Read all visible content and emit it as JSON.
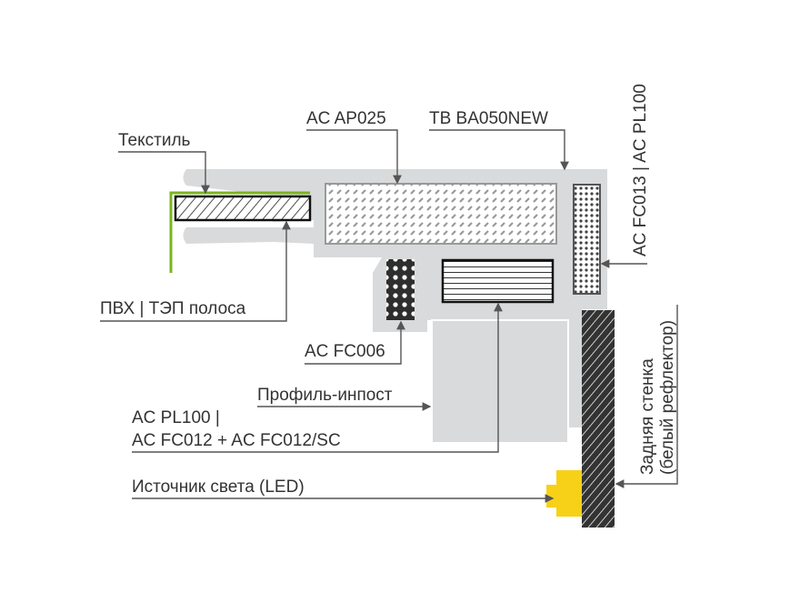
{
  "labels": {
    "textile": "Текстиль",
    "ap025": "AC AP025",
    "ba050": "TB BA050NEW",
    "fc013": "AC FC013 | AC PL100",
    "pvc": "ПВХ | ТЭП полоса",
    "fc006": "AC FC006",
    "impost": "Профиль-инпост",
    "pl100_line1": "AC PL100 |",
    "pl100_line2": "AC FC012 + AC FC012/SC",
    "led": "Источник света (LED)",
    "back_line1": "Задняя стенка",
    "back_line2": "(белый рефлектор)"
  },
  "colors": {
    "profile": "#d9dadb",
    "textile_edge": "#7ab51d",
    "led": "#f7d117",
    "dark": "#333333"
  }
}
